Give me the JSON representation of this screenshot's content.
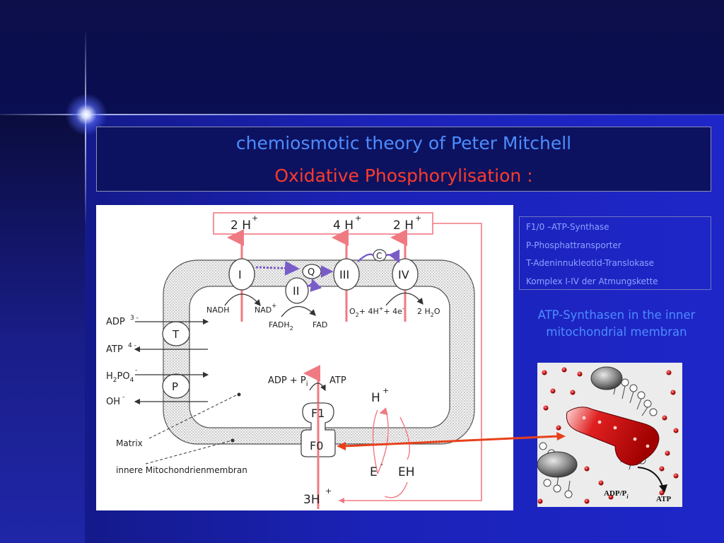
{
  "title": {
    "line1": "chemiosmotic theory of Peter Mitchell",
    "line2": "Oxidative Phosphorylisation :"
  },
  "legend": {
    "items": [
      "F1/0 –ATP-Synthase",
      "P-Phosphattransporter",
      "T-Adeninnukleotid-Translokase",
      "Komplex I-IV der Atmungskette"
    ]
  },
  "caption": {
    "line1": "ATP-Synthasen in the inner",
    "line2": "mitochondrial membran"
  },
  "diagram": {
    "proton_labels": [
      "2 H",
      "4 H",
      "2 H"
    ],
    "plus": "+",
    "complexes": [
      "I",
      "Q",
      "II",
      "III",
      "C",
      "IV"
    ],
    "nadh": "NADH",
    "nad": "NAD",
    "fadh2": "FADH",
    "fadh2_sub": "2",
    "fad": "FAD",
    "o2": "O",
    "o2_sub": "2",
    "o2_rest": "+ 4H",
    "o2_rest2": "+ 4e",
    "minus": "-",
    "water": "2 H",
    "water_sub": "2",
    "water_o": "O",
    "adp": "ADP",
    "adp_sup": "3 -",
    "atp": "ATP",
    "atp_sup": "4 -",
    "h2po4_h": "H",
    "h2po4_2": "2",
    "h2po4_po": "PO",
    "h2po4_4": "4",
    "oh": "OH",
    "t_label": "T",
    "p_label": "P",
    "matrix": "Matrix",
    "membrane": "innere Mitochondrienmembran",
    "adp_pi": "ADP + P",
    "adp_pi_sub": "i",
    "atp_out": "ATP",
    "f1": "F1",
    "f0": "F0",
    "h_plus": "H",
    "e_minus": "E",
    "eh": "EH",
    "three_h": "3H"
  },
  "image_labels": {
    "adp_pi": "ADP/P",
    "adp_pi_sub": "i",
    "atp": "ATP"
  },
  "colors": {
    "title_blue": "#4d8cff",
    "title_red": "#ff3b2a",
    "proton_red": "#f07a82",
    "arrow_purple": "#7a5cc8",
    "connector": "#e8401a"
  }
}
